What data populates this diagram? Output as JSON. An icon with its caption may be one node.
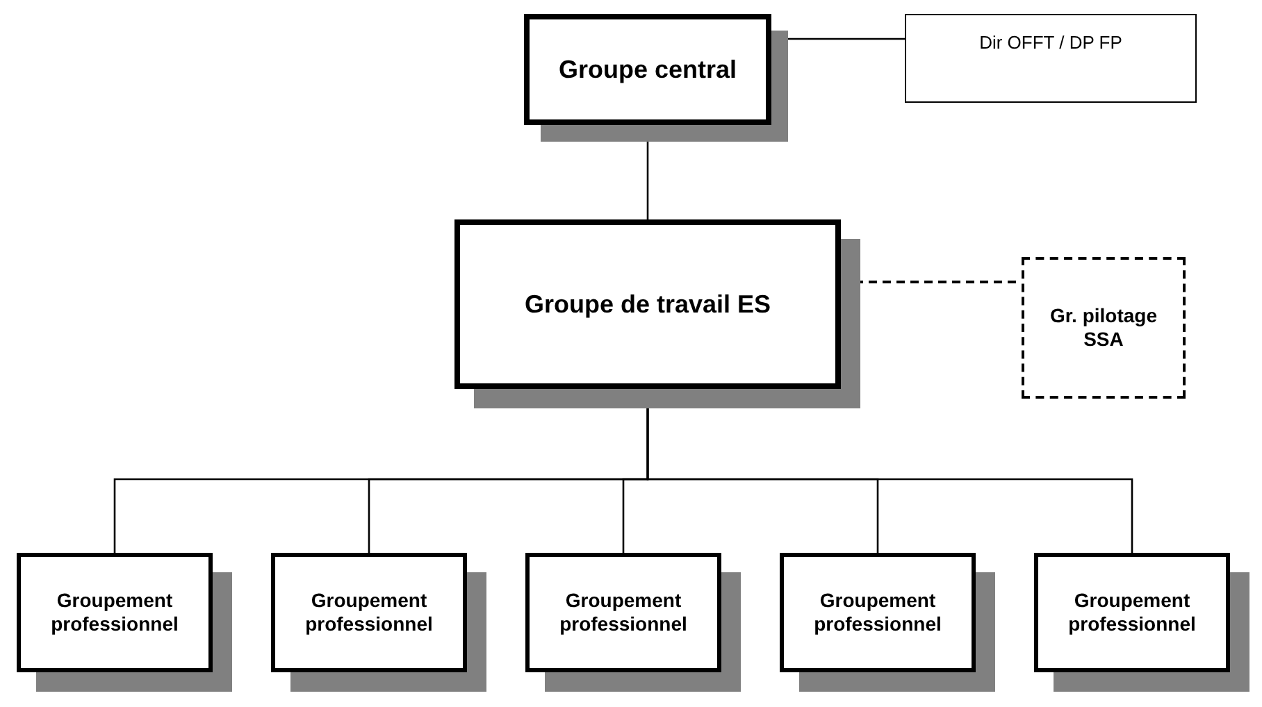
{
  "diagram": {
    "nodes": [
      {
        "text": [
          "Groupe central"
        ]
      },
      {
        "text": [
          "Dir OFFT / DP FP"
        ]
      },
      {
        "text": [
          "Groupe de travail ES"
        ]
      },
      {
        "text": [
          "Gr. pilotage SSA"
        ]
      },
      {
        "text": [
          "Groupement professionnel"
        ]
      },
      {
        "text": [
          "Groupement professionnel"
        ]
      },
      {
        "text": [
          "Groupement professionnel"
        ]
      },
      {
        "text": [
          "Groupement professionnel"
        ]
      },
      {
        "text": [
          "Groupement professionnel"
        ]
      }
    ],
    "edges": [
      {
        "from": 0,
        "to": 1,
        "arrow": "none"
      },
      {
        "from": 0,
        "to": 2,
        "arrow": "none"
      },
      {
        "from": 2,
        "to": 3,
        "arrow": "none",
        "style": "dashed"
      },
      {
        "from": 2,
        "to": 4,
        "arrow": "none"
      },
      {
        "from": 2,
        "to": 5,
        "arrow": "none"
      },
      {
        "from": 2,
        "to": 6,
        "arrow": "none"
      },
      {
        "from": 2,
        "to": 7,
        "arrow": "none"
      },
      {
        "from": 2,
        "to": 8,
        "arrow": "none"
      }
    ]
  }
}
